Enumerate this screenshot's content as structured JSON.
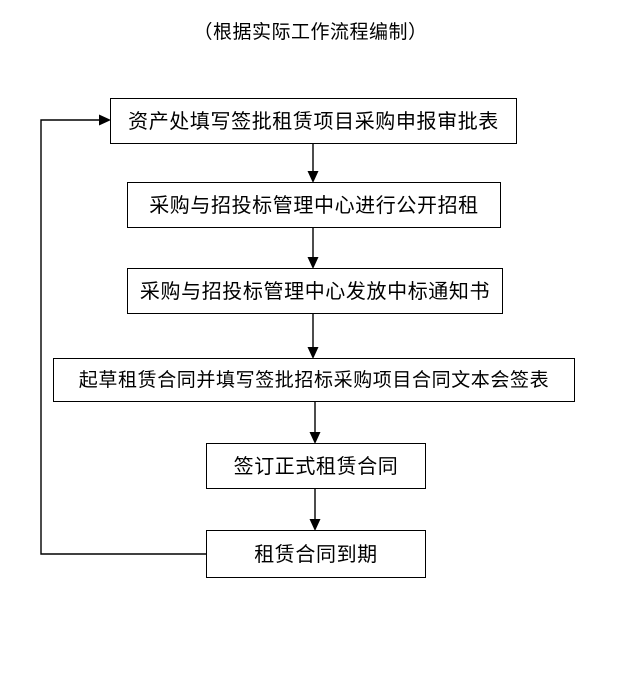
{
  "diagram": {
    "title": "（根据实际工作流程编制）",
    "background_color": "#ffffff",
    "line_color": "#000000",
    "text_color": "#000000",
    "nodes": [
      {
        "id": "node-1",
        "label": "资产处填写签批租赁项目采购申报审批表"
      },
      {
        "id": "node-2",
        "label": "采购与招投标管理中心进行公开招租"
      },
      {
        "id": "node-3",
        "label": "采购与招投标管理中心发放中标通知书"
      },
      {
        "id": "node-4",
        "label": "起草租赁合同并填写签批招标采购项目合同文本会签表"
      },
      {
        "id": "node-5",
        "label": "签订正式租赁合同"
      },
      {
        "id": "node-6",
        "label": "租赁合同到期"
      }
    ],
    "connectors": [
      {
        "id": "conn-1-2",
        "from": "node-1",
        "to": "node-2",
        "kind": "arrow-down"
      },
      {
        "id": "conn-2-3",
        "from": "node-2",
        "to": "node-3",
        "kind": "arrow-down"
      },
      {
        "id": "conn-3-4",
        "from": "node-3",
        "to": "node-4",
        "kind": "arrow-down"
      },
      {
        "id": "conn-4-5",
        "from": "node-4",
        "to": "node-5",
        "kind": "arrow-down"
      },
      {
        "id": "conn-5-6",
        "from": "node-5",
        "to": "node-6",
        "kind": "arrow-down"
      },
      {
        "id": "conn-6-1",
        "from": "node-6",
        "to": "node-1",
        "kind": "feedback-loop-left"
      }
    ]
  }
}
